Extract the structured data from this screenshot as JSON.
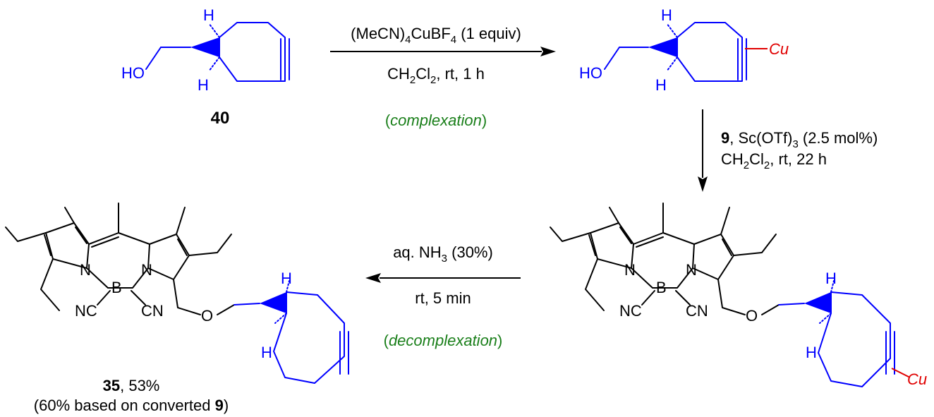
{
  "compounds": {
    "c40": {
      "label": "40"
    },
    "c35": {
      "label": "35",
      "yield_suffix": ", 53%",
      "note_pre": "(60% based on converted ",
      "note_bold": "9",
      "note_post": ")"
    }
  },
  "atoms": {
    "H": "H",
    "HO": "HO",
    "O": "O",
    "N": "N",
    "B": "B",
    "NC": "NC",
    "CN": "CN",
    "Cu": "Cu"
  },
  "step1": {
    "reagent_pre": "(MeCN)",
    "reagent_sub1": "4",
    "reagent_mid": "CuBF",
    "reagent_sub2": "4",
    "reagent_post": " (1 equiv)",
    "cond_pre": "CH",
    "cond_sub1": "2",
    "cond_mid": "Cl",
    "cond_sub2": "2",
    "cond_post": ", rt, 1 h",
    "note": "complexation"
  },
  "step2": {
    "reagent_bold": "9",
    "reagent_pre": ", Sc(OTf)",
    "reagent_sub": "3",
    "reagent_post": " (2.5 mol%)",
    "cond_pre": "CH",
    "cond_sub1": "2",
    "cond_mid": "Cl",
    "cond_sub2": "2",
    "cond_post": ", rt, 22 h"
  },
  "step3": {
    "reagent_pre": "aq. NH",
    "reagent_sub": "3",
    "reagent_post": " (30%)",
    "cond": "rt, 5 min",
    "note": "decomplexation"
  },
  "colors": {
    "bicyclic": "#0000ff",
    "copper": "#e00000",
    "annotation": "#1a7f1a",
    "bodipy": "#000000"
  }
}
